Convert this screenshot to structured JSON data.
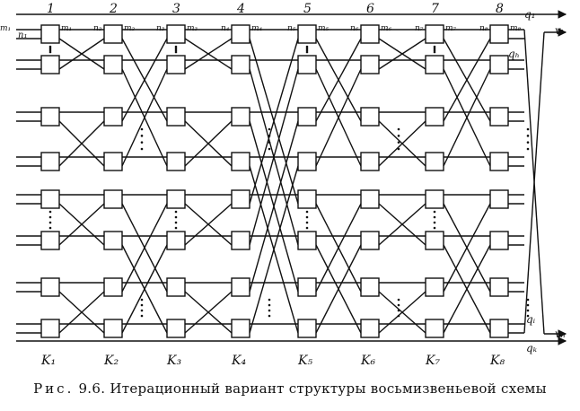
{
  "diagram": {
    "stage_numbers": [
      "1",
      "2",
      "3",
      "4",
      "5",
      "6",
      "7",
      "8"
    ],
    "bottom_labels": [
      "K₁",
      "K₂",
      "K₃",
      "K₄",
      "K₅",
      "K₆",
      "K₇",
      "K₈"
    ],
    "input_label": "n₁",
    "top_labels": [
      "m₁",
      "n₂",
      "m₂",
      "n₃",
      "m₃",
      "n₄",
      "m₄",
      "n₅",
      "m₅",
      "n₆",
      "m₆",
      "n₇",
      "m₇",
      "n₈",
      "m₈",
      "m₁"
    ],
    "output_labels": {
      "q1": "q₁",
      "qh": "qₕ",
      "qi": "qᵢ",
      "qk": "qₖ",
      "v_top": "vₗ",
      "v_bottom": "vₕ"
    }
  },
  "caption": {
    "prefix": "Рис.",
    "number": "9.6.",
    "text": "Итерационный вариант структуры восьмизвеньевой схемы"
  }
}
